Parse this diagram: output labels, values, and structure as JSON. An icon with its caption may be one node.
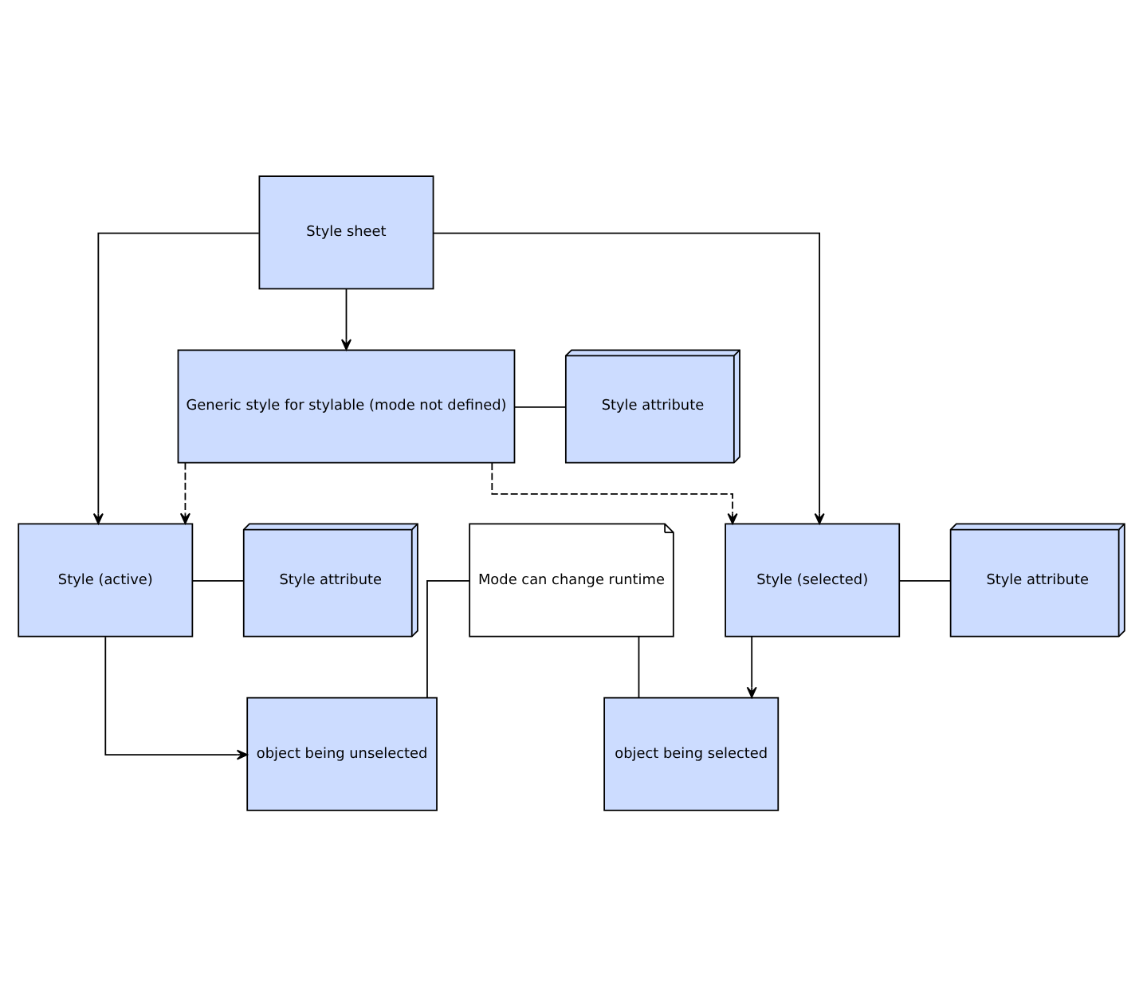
{
  "diagram": {
    "nodes": [
      {
        "text": [
          "Style sheet"
        ]
      },
      {
        "text": [
          "Generic style for stylable (mode not defined)"
        ]
      },
      {
        "text": [
          "Style attribute"
        ]
      },
      {
        "text": [
          "Style attribute"
        ]
      },
      {
        "text": [
          "Style (active)"
        ]
      },
      {
        "text": [
          "Style (selected)"
        ]
      },
      {
        "text": [
          "Style attribute"
        ]
      },
      {
        "text": [
          "Mode can change runtime"
        ]
      },
      {
        "text": [
          "object being unselected"
        ]
      },
      {
        "text": [
          "object being selected"
        ]
      }
    ],
    "edges": [
      {
        "from": 0,
        "to": 1,
        "arrow": "to"
      },
      {
        "from": 0,
        "to": 4,
        "arrow": "to"
      },
      {
        "from": 0,
        "to": 5,
        "arrow": "to"
      },
      {
        "from": 1,
        "to": 2,
        "arrow": "none"
      },
      {
        "from": 1,
        "to": 4,
        "arrow": "to",
        "style": "dashed"
      },
      {
        "from": 1,
        "to": 5,
        "arrow": "to",
        "style": "dashed"
      },
      {
        "from": 3,
        "to": 4,
        "arrow": "none"
      },
      {
        "from": 5,
        "to": 6,
        "arrow": "none"
      },
      {
        "from": 4,
        "to": 8,
        "arrow": "to"
      },
      {
        "from": 5,
        "to": 9,
        "arrow": "to"
      },
      {
        "from": 7,
        "to": 8,
        "arrow": "none"
      },
      {
        "from": 7,
        "to": 9,
        "arrow": "none"
      }
    ]
  }
}
